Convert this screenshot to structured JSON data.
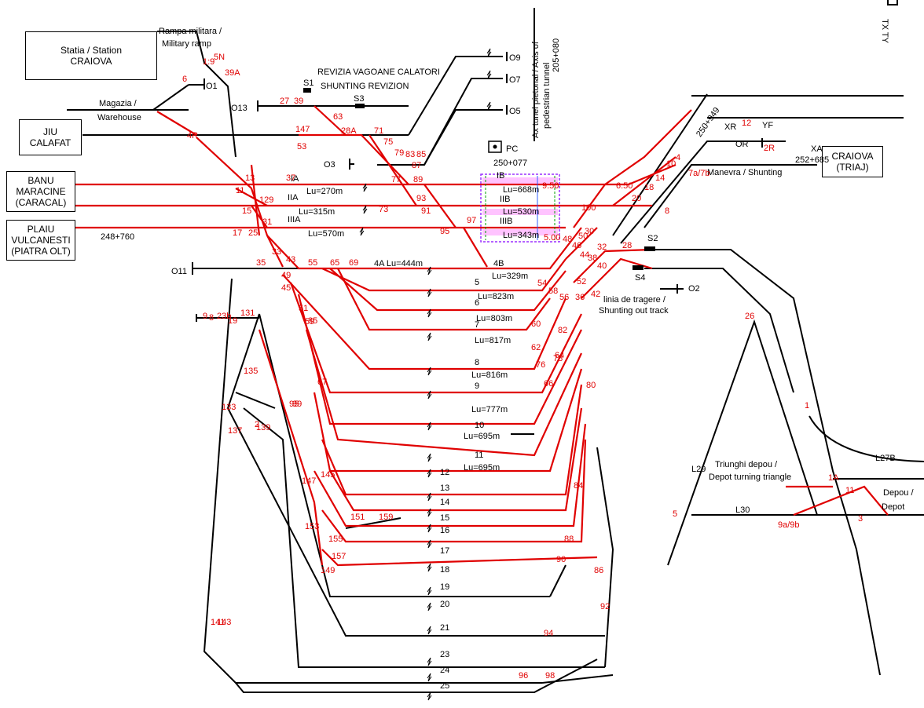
{
  "stations": {
    "craiova_station": [
      "Statia / Station",
      "CRAIOVA"
    ],
    "jiu_calafat": [
      "JIU",
      "CALAFAT"
    ],
    "banu_maracine": [
      "BANU",
      "MARACINE",
      "(CARACAL)"
    ],
    "plaiu_vulcanesti": [
      "PLAIU",
      "VULCANESTI",
      "(PIATRA OLT)"
    ],
    "craiova_triaj": [
      "CRAIOVA",
      "(TRIAJ)"
    ]
  },
  "labels": {
    "rampa": "Rampa militara /",
    "military_ramp": "Military ramp",
    "revizia": "REVIZIA VAGOANE CALATORI",
    "shunting_revizion": "SHUNTING REVIZION",
    "magazia": "Magazia /",
    "warehouse": "Warehouse",
    "tunnel_axis_1": "Ax tunel pietonal / Axis of",
    "tunnel_axis_2": "pedestrian tunnel",
    "tunnel_km": "205+080",
    "pc": "PC",
    "pc_km": "250+077",
    "km_249": "250+949",
    "km_685": "252+685",
    "km_760": "248+760",
    "manevra": "Manevra / Shunting",
    "linia_tragere": "linia de tragere /",
    "shunting_out": "Shunting out track",
    "triunghi": "Triunghi depou /",
    "depot_triangle": "Depot turning triangle",
    "depou": "Depou /",
    "depot": "Depot",
    "xr": "XR",
    "or": "OR",
    "xa": "XA",
    "yf": "YF",
    "s2": "S2",
    "s4": "S4",
    "s3": "S3",
    "s1": "S1",
    "o1": "O1",
    "o2": "O2",
    "o3": "O3",
    "o5": "O5",
    "o7": "O7",
    "o9": "O9",
    "o11": "O11",
    "o13": "O13",
    "l27b": "L27B",
    "l29": "L29",
    "l30": "L30",
    "txty": "TX TY"
  },
  "tracks": [
    {
      "name": "IA",
      "len": "Lu=270m"
    },
    {
      "name": "IIA",
      "len": "Lu=315m"
    },
    {
      "name": "IIIA",
      "len": "Lu=570m"
    },
    {
      "name": "IB",
      "len": "Lu=668m"
    },
    {
      "name": "IIB",
      "len": "Lu=530m"
    },
    {
      "name": "IIIB",
      "len": "Lu=343m"
    },
    {
      "name": "4A Lu=444m",
      "len": ""
    },
    {
      "name": "4B",
      "len": "Lu=329m"
    },
    {
      "name": "5",
      "len": "Lu=823m"
    },
    {
      "name": "6",
      "len": "Lu=803m"
    },
    {
      "name": "7",
      "len": "Lu=817m"
    },
    {
      "name": "8",
      "len": "Lu=816m"
    },
    {
      "name": "9",
      "len": "Lu=777m"
    },
    {
      "name": "10",
      "len": "Lu=695m"
    },
    {
      "name": "11",
      "len": "Lu=695m"
    },
    {
      "name": "12",
      "len": ""
    },
    {
      "name": "13",
      "len": ""
    },
    {
      "name": "14",
      "len": ""
    },
    {
      "name": "15",
      "len": ""
    },
    {
      "name": "16",
      "len": ""
    },
    {
      "name": "17",
      "len": ""
    },
    {
      "name": "18",
      "len": ""
    },
    {
      "name": "19",
      "len": ""
    },
    {
      "name": "20",
      "len": ""
    },
    {
      "name": "21",
      "len": ""
    },
    {
      "name": "23",
      "len": ""
    },
    {
      "name": "24",
      "len": ""
    },
    {
      "name": "25",
      "len": ""
    }
  ],
  "switches": [
    "1:9",
    "5N",
    "39A",
    "6",
    "27",
    "39",
    "63",
    "147",
    "53",
    "28A",
    "71",
    "75",
    "79",
    "83",
    "85",
    "87",
    "89",
    "93",
    "91",
    "97",
    "95",
    "77",
    "73",
    "37",
    "13",
    "11",
    "129",
    "15",
    "17",
    "25",
    "31",
    "33",
    "43",
    "55",
    "65",
    "69",
    "35",
    "45",
    "49",
    "51",
    "59",
    "67",
    "85",
    "95",
    "99",
    "145",
    "147",
    "149",
    "151",
    "153",
    "155",
    "157",
    "159",
    "131",
    "133",
    "135",
    "137",
    "139",
    "141",
    "143",
    "2",
    "4",
    "7a/7b",
    "9a/9b",
    "11",
    "3",
    "5",
    "1A",
    "1",
    "26",
    "28",
    "30",
    "32",
    "36",
    "38",
    "40",
    "42",
    "44",
    "46",
    "48",
    "50",
    "52",
    "54",
    "56",
    "58",
    "60",
    "62",
    "64",
    "66",
    "76",
    "78",
    "80",
    "82",
    "84",
    "86",
    "88",
    "90",
    "92",
    "94",
    "96",
    "98",
    "100",
    "9.50",
    "5.00",
    "6.50",
    "20",
    "18",
    "14",
    "10",
    "8",
    "12",
    "2R",
    "4R",
    "8",
    "23b",
    "19",
    "9",
    "7"
  ],
  "colors": {
    "track": "#e00000",
    "line": "#000000",
    "ib": "#9b30ff",
    "iib": "#ff00ff",
    "iiib": "#00a000"
  }
}
